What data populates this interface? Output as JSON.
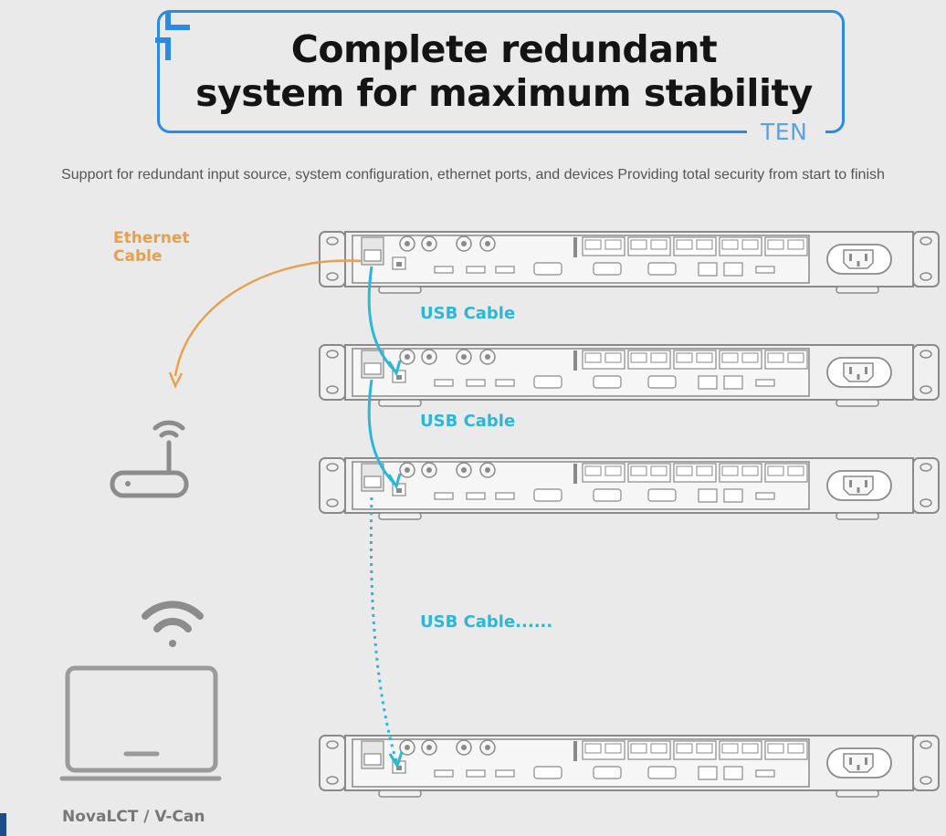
{
  "header": {
    "title_line1": "Complete redundant",
    "title_line2": "system for maximum stability",
    "badge": "TEN"
  },
  "subtitle": "Support for redundant input source, system configuration, ethernet ports, and devices Providing total security from start to finish",
  "labels": {
    "ethernet_cable_line1": "Ethernet",
    "ethernet_cable_line2": "Cable",
    "usb_cable_1": "USB Cable",
    "usb_cable_2": "USB Cable",
    "usb_cable_3": "USB Cable......",
    "pc": "NovaLCT / V-Can"
  },
  "colors": {
    "accent_blue": "#2a8ce0",
    "ethernet": "#e8a04a",
    "usb": "#2ab7d8",
    "device_stroke": "#8a8a8a",
    "icon_gray": "#8c8c8c"
  },
  "icons": [
    "corner-bracket-icon",
    "router-icon",
    "wifi-icon",
    "laptop-icon",
    "power-socket-icon"
  ]
}
